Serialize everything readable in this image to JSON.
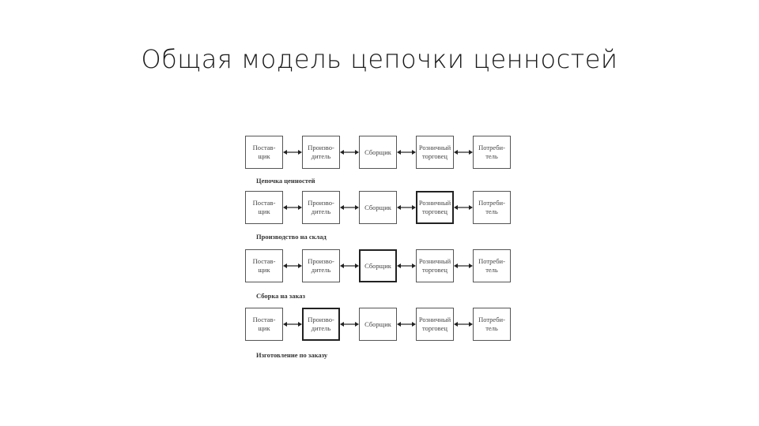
{
  "title": "Общая модель цепочки ценностей",
  "rows": [
    {
      "caption": "Цепочка ценностей",
      "highlight": -1,
      "boxes": [
        "Постав-\nщик",
        "Произво-\nдитель",
        "Сборщик",
        "Розничный\nторговец",
        "Потреби-\nтель"
      ]
    },
    {
      "caption": "Производство на склад",
      "highlight": 3,
      "boxes": [
        "Постав-\nщик",
        "Произво-\nдитель",
        "Сборщик",
        "Розничный\nторговец",
        "Потреби-\nтель"
      ]
    },
    {
      "caption": "Сборка на заказ",
      "highlight": 2,
      "boxes": [
        "Постав-\nщик",
        "Произво-\nдитель",
        "Сборщик",
        "Розничный\nторговец",
        "Потреби-\nтель"
      ]
    },
    {
      "caption": "Изготовление по заказу",
      "highlight": 1,
      "boxes": [
        "Постав-\nщик",
        "Произво-\nдитель",
        "Сборщик",
        "Розничный\nторговец",
        "Потреби-\nтель"
      ]
    }
  ]
}
